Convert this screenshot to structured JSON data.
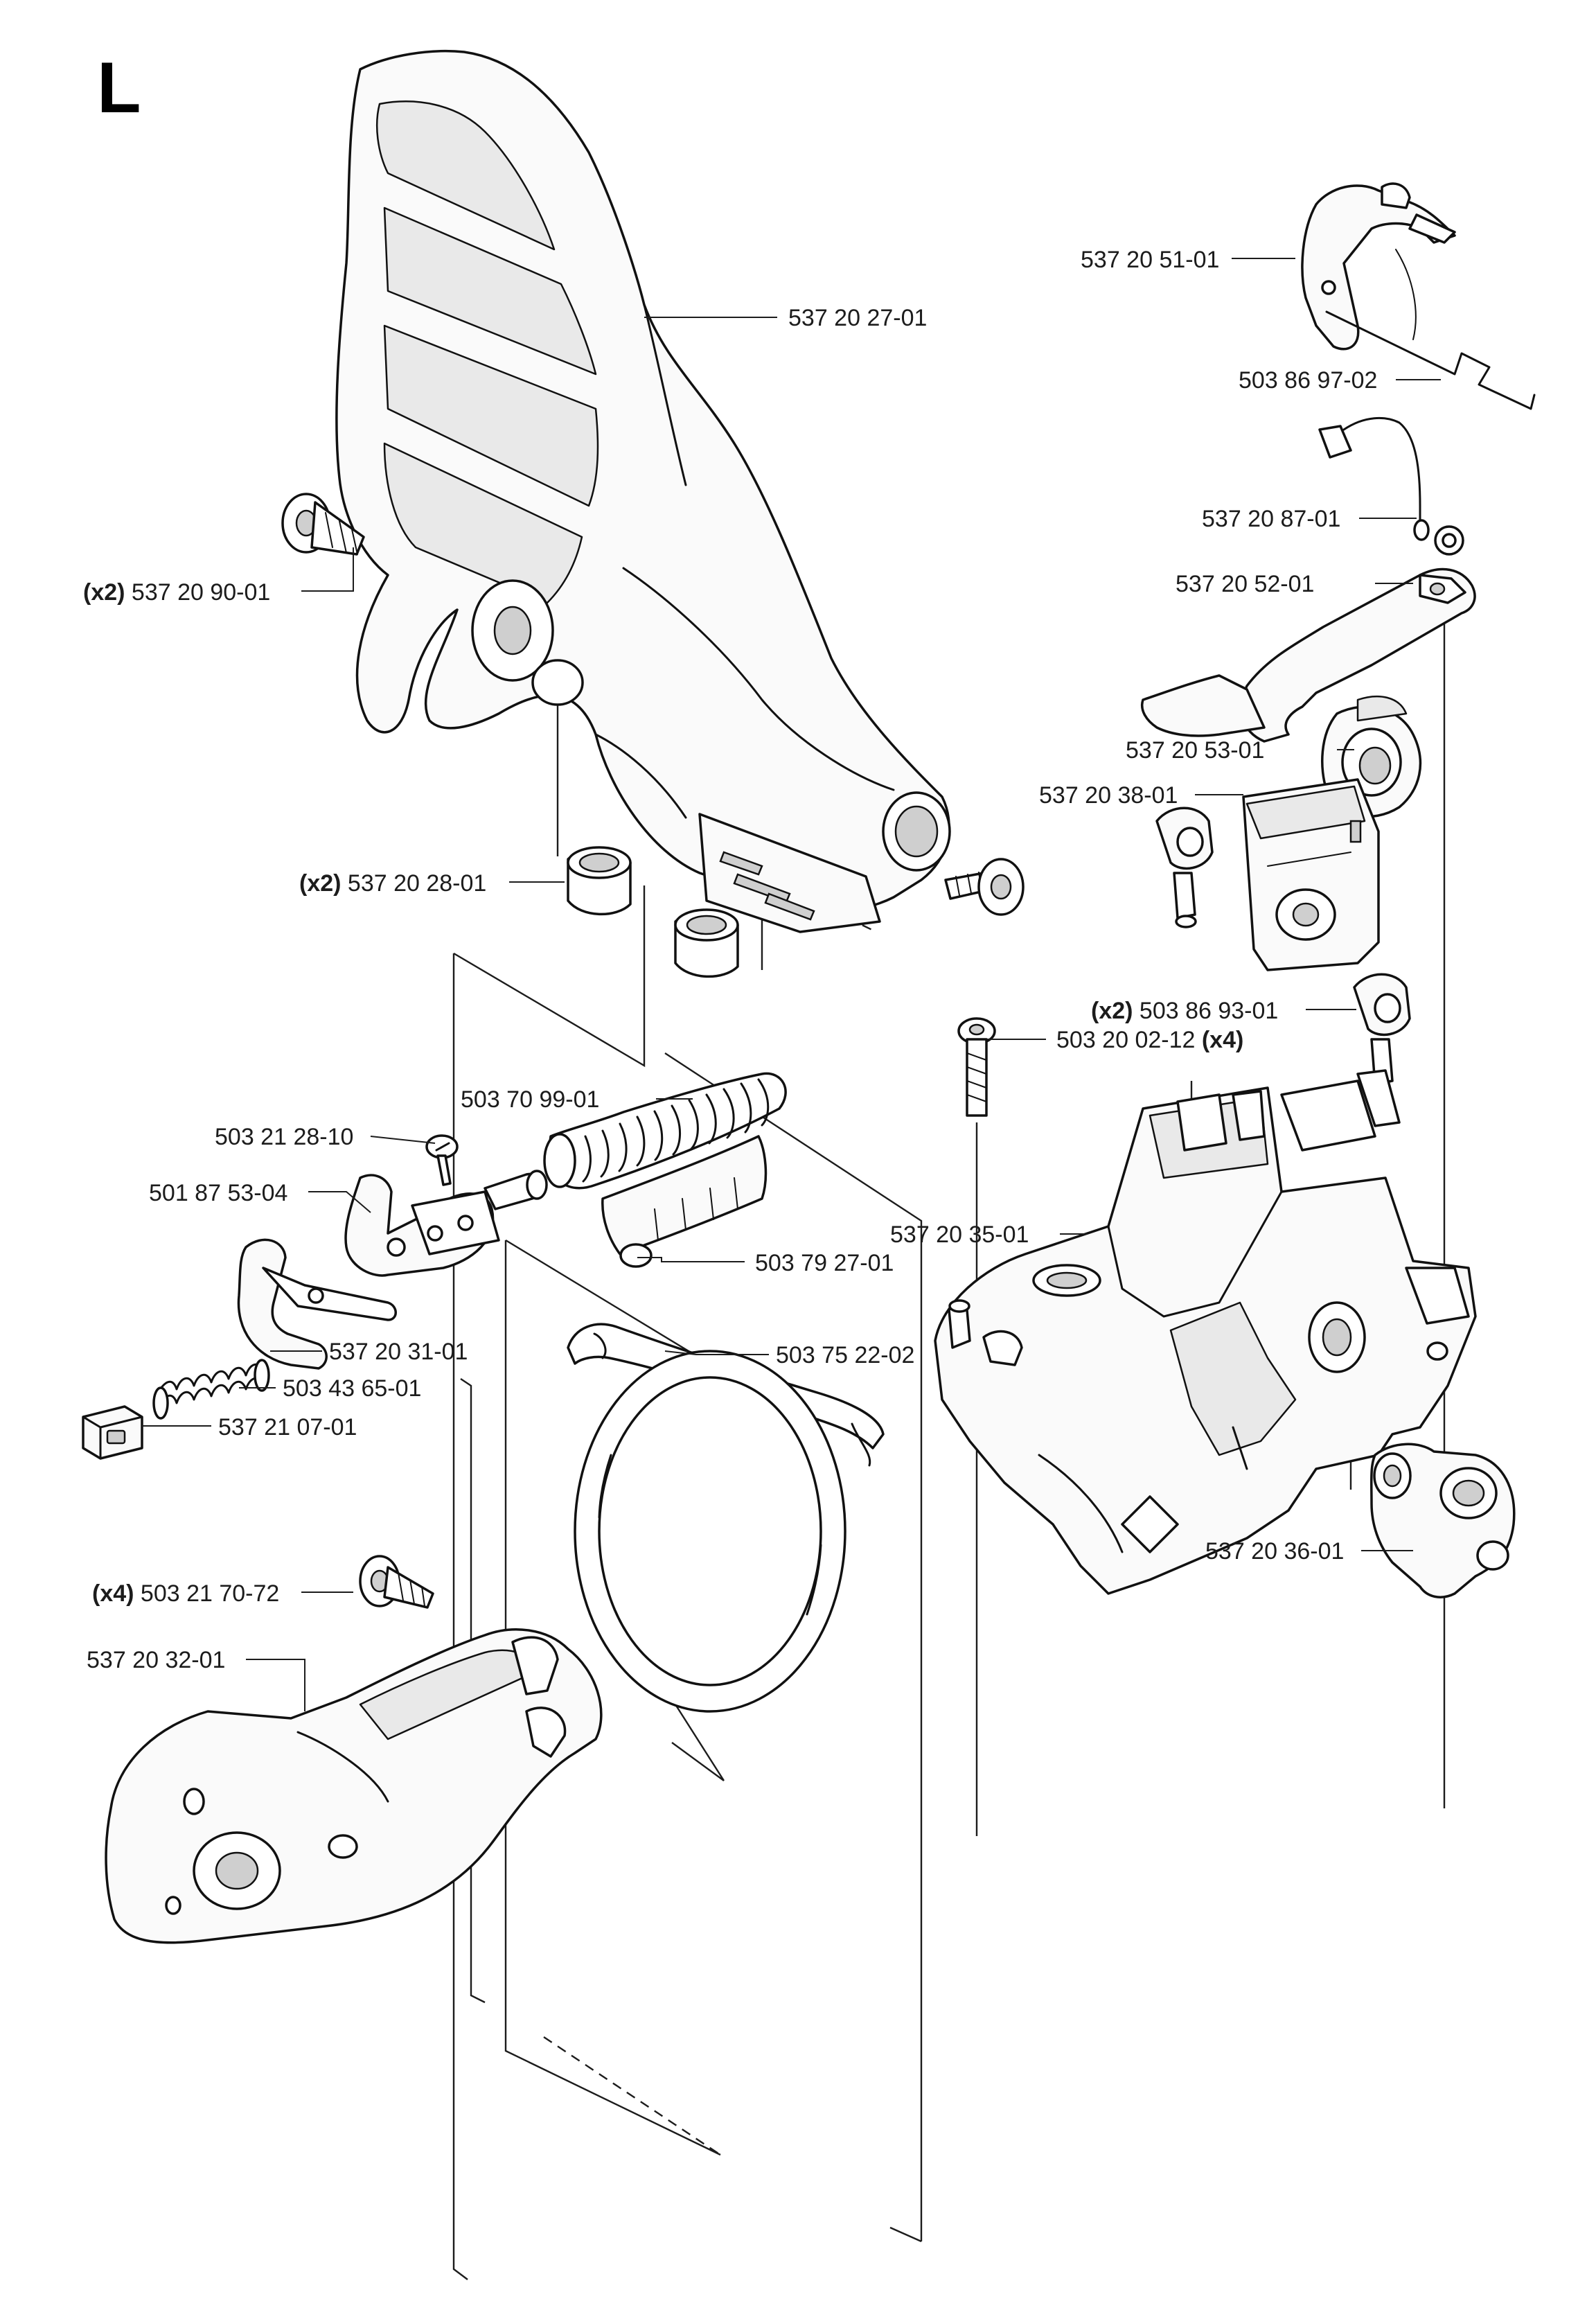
{
  "section": "L",
  "labels": [
    {
      "part": "537 20 27-01"
    },
    {
      "part": "537 20 90-01",
      "qty": "(x2)"
    },
    {
      "part": "537 20 28-01",
      "qty": "(x2)"
    },
    {
      "part": "503 70 99-01"
    },
    {
      "part": "503 21 28-10"
    },
    {
      "part": "501 87 53-04"
    },
    {
      "part": "503 79 27-01"
    },
    {
      "part": "537 20 31-01"
    },
    {
      "part": "503 75 22-02"
    },
    {
      "part": "503 43 65-01"
    },
    {
      "part": "537 21 07-01"
    },
    {
      "part": "503 21 70-72",
      "qty": "(x4)"
    },
    {
      "part": "537 20 32-01"
    },
    {
      "part": "537 20 51-01"
    },
    {
      "part": "503 86 97-02"
    },
    {
      "part": "537 20 87-01"
    },
    {
      "part": "537 20 52-01"
    },
    {
      "part": "537 20 53-01"
    },
    {
      "part": "537 20 38-01"
    },
    {
      "part": "503 86 93-01",
      "qty": "(x2)"
    },
    {
      "part": "503 20 02-12",
      "qty": "(x4)"
    },
    {
      "part": "537 20 35-01"
    },
    {
      "part": "537 20 36-01"
    }
  ]
}
